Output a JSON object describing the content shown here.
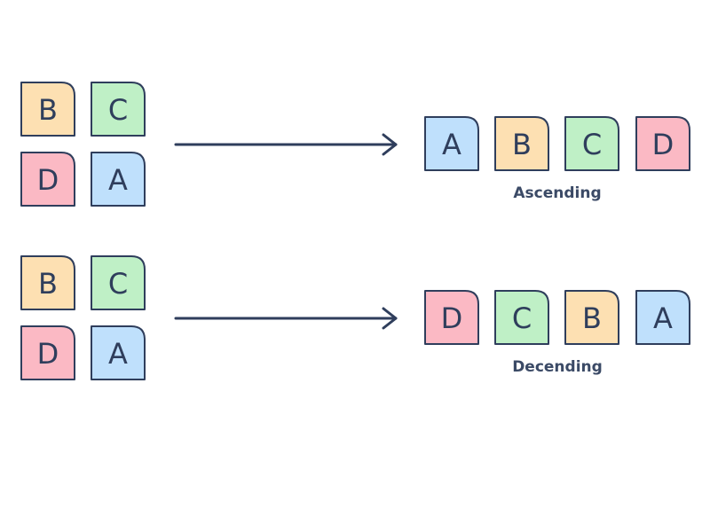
{
  "colors": {
    "A": "#bfe0fc",
    "B": "#fde0b2",
    "C": "#bff0c6",
    "D": "#fbb9c4",
    "stroke": "#2f3e5c",
    "caption": "#3b4a66",
    "arrow": "#2f3e5c"
  },
  "rows": [
    {
      "id": "ascending",
      "input_grid": [
        "B",
        "C",
        "D",
        "A"
      ],
      "output": [
        "A",
        "B",
        "C",
        "D"
      ],
      "caption": "Ascending"
    },
    {
      "id": "descending",
      "input_grid": [
        "B",
        "C",
        "D",
        "A"
      ],
      "output": [
        "D",
        "C",
        "B",
        "A"
      ],
      "caption": "Decending"
    }
  ]
}
